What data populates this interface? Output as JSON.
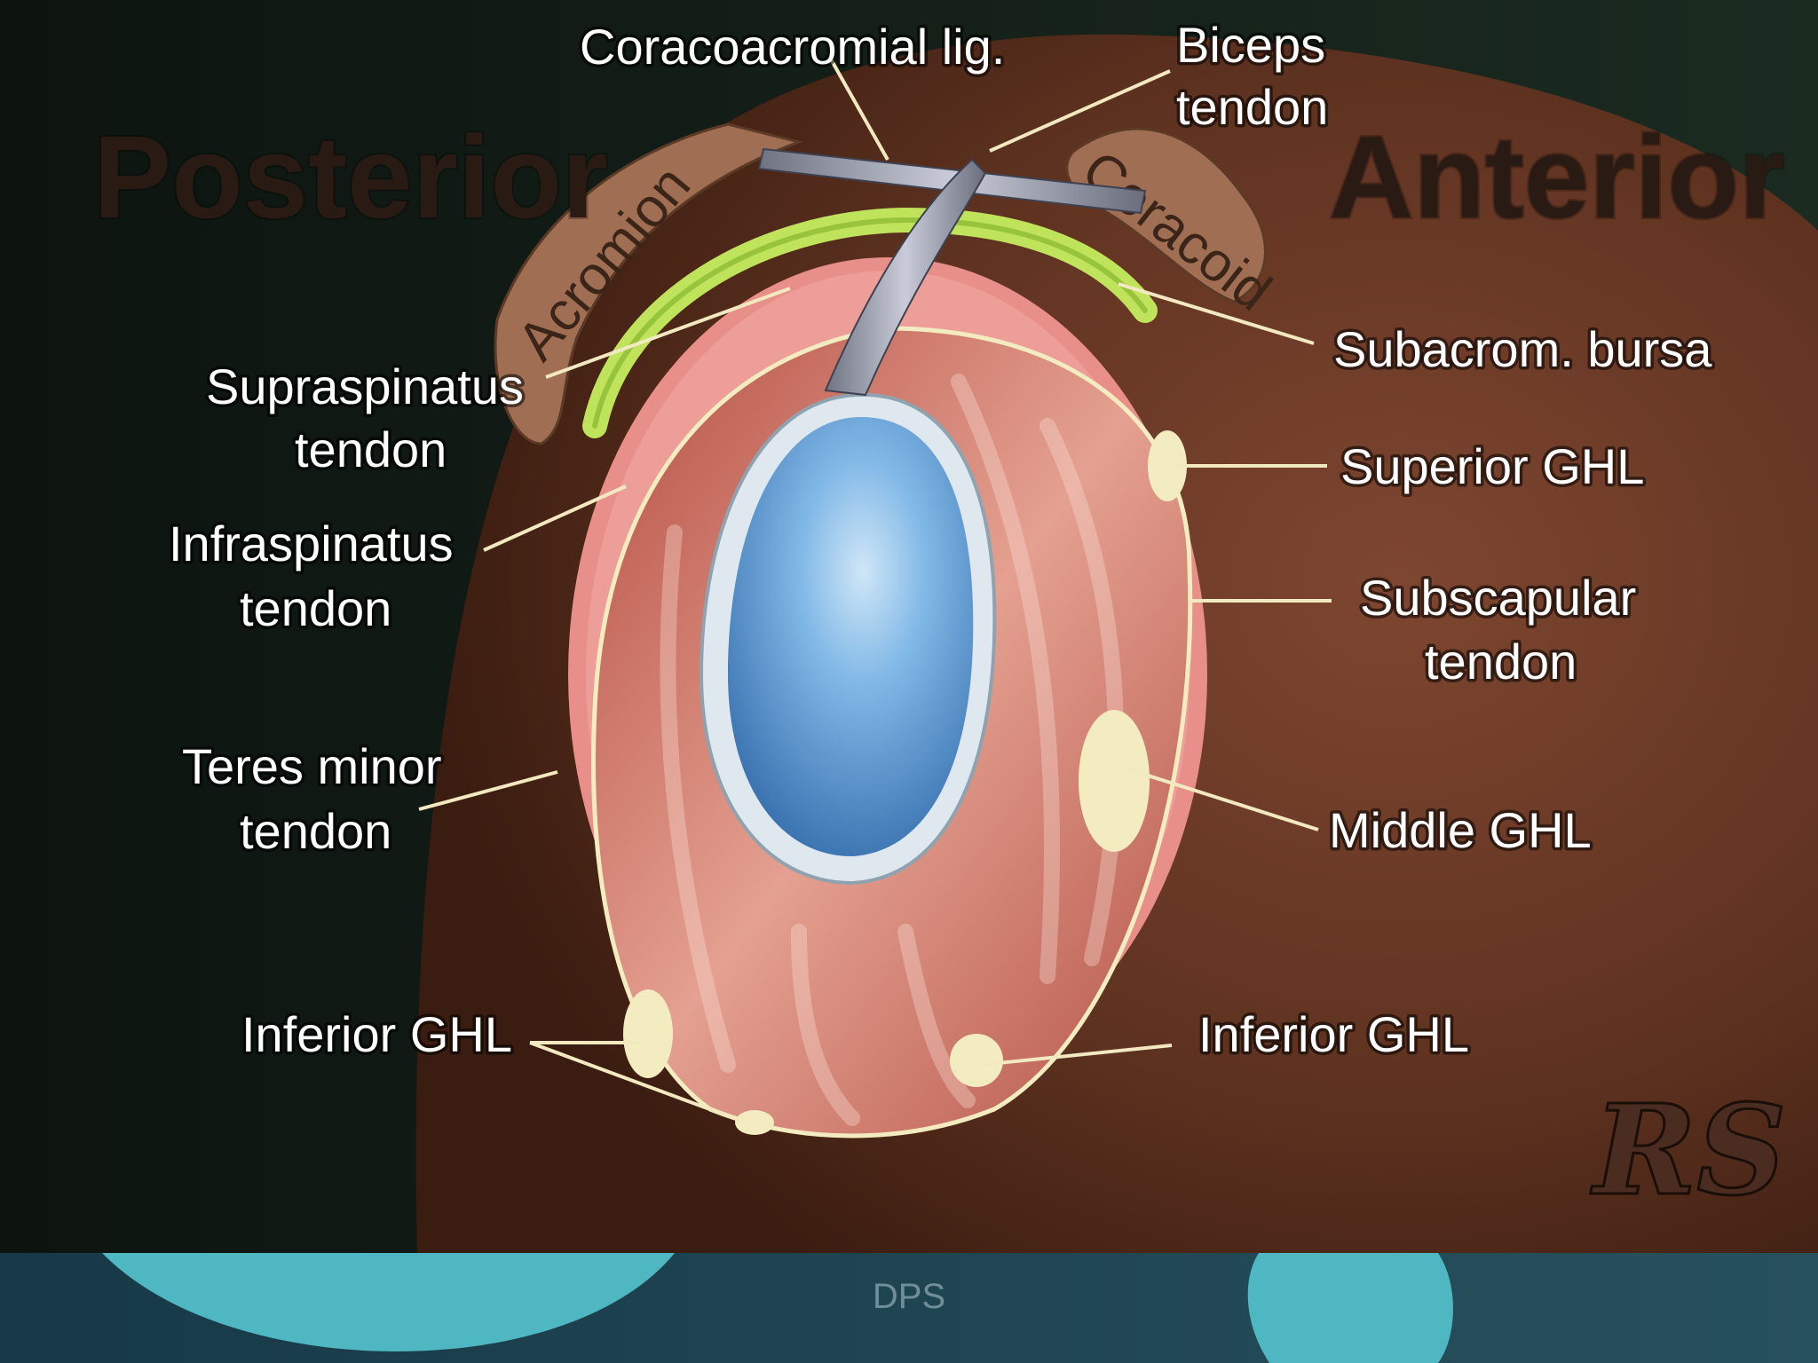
{
  "headings": {
    "posterior": "Posterior",
    "anterior": "Anterior"
  },
  "bones": {
    "acromion": "Acromion",
    "coracoid": "Coracoid"
  },
  "labels": {
    "coracoacromial": "Coracoacromial lig.",
    "biceps_1": "Biceps",
    "biceps_2": "tendon",
    "supraspinatus_1": "Supraspinatus",
    "supraspinatus_2": "tendon",
    "infraspinatus_1": "Infraspinatus",
    "infraspinatus_2": "tendon",
    "teres_1": "Teres minor",
    "teres_2": "tendon",
    "inferior_ghl_left": "Inferior GHL",
    "subacrom": "Subacrom. bursa",
    "superior_ghl": "Superior GHL",
    "subscapular_1": "Subscapular",
    "subscapular_2": "tendon",
    "middle_ghl": "Middle GHL",
    "inferior_ghl_right": "Inferior GHL"
  },
  "signature": "RS",
  "footer": "DPS",
  "colors": {
    "background_dark": "#0f1a14",
    "skin": "#6b3a24",
    "muscle": "#c96a5c",
    "glenoid": "#5f9fd6",
    "bursa": "#a8d64a",
    "ligament_yellow": "#f3ecc0",
    "footer_bar": "#1f3f4c",
    "footer_accent": "#4fb7c1"
  }
}
